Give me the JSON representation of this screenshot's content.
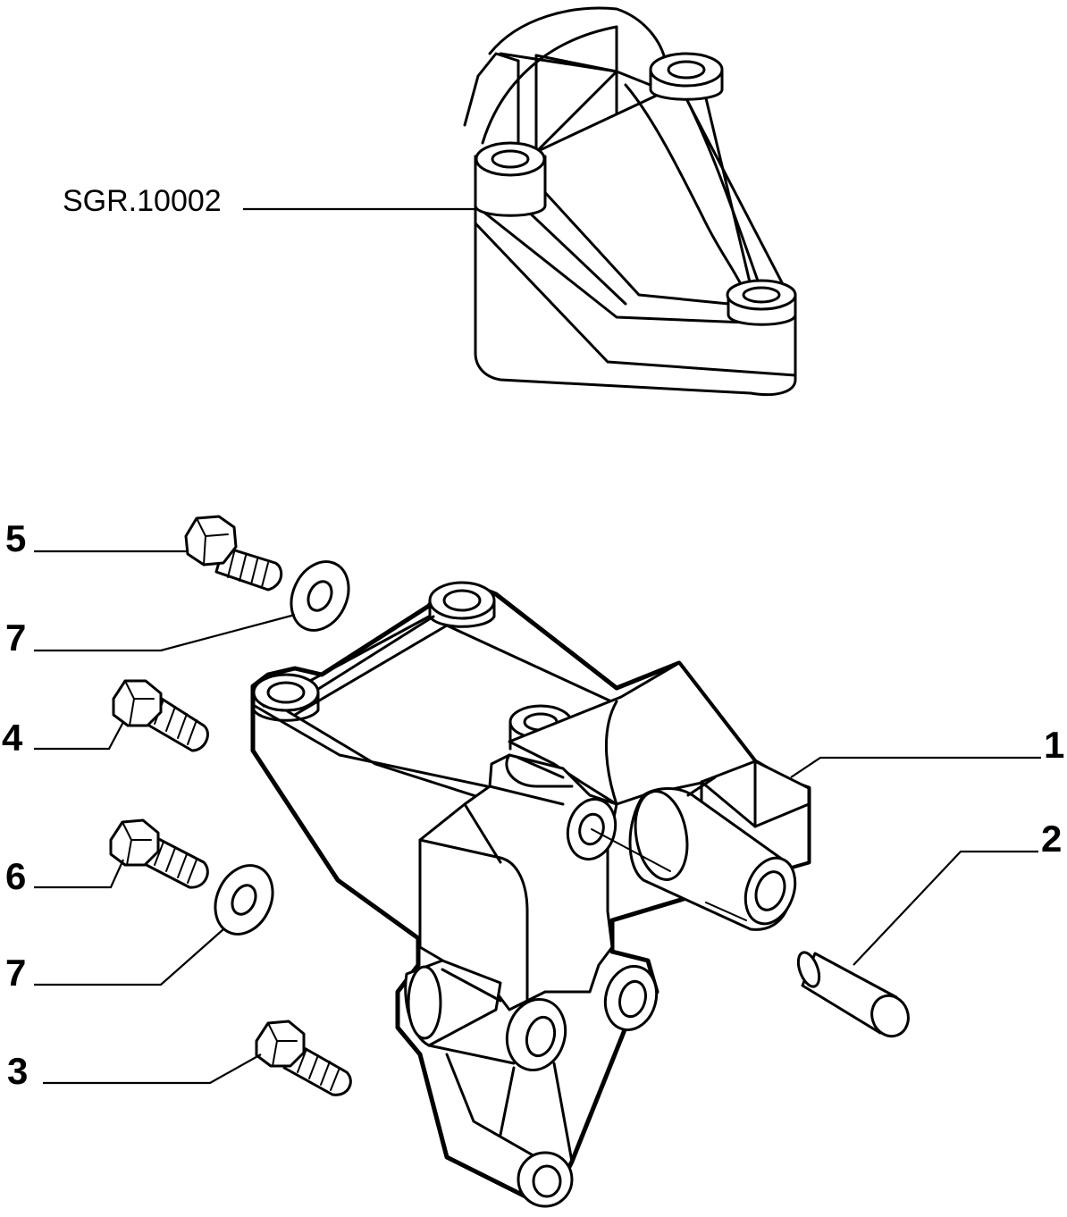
{
  "assembly_reference": "SGR.10002",
  "callouts": [
    {
      "id": "callout-1",
      "number": "1"
    },
    {
      "id": "callout-2",
      "number": "2"
    },
    {
      "id": "callout-3",
      "number": "3"
    },
    {
      "id": "callout-4",
      "number": "4"
    },
    {
      "id": "callout-5",
      "number": "5"
    },
    {
      "id": "callout-6",
      "number": "6"
    },
    {
      "id": "callout-7a",
      "number": "7"
    },
    {
      "id": "callout-7b",
      "number": "7"
    }
  ],
  "colors": {
    "line": "#000000",
    "background": "#ffffff"
  }
}
